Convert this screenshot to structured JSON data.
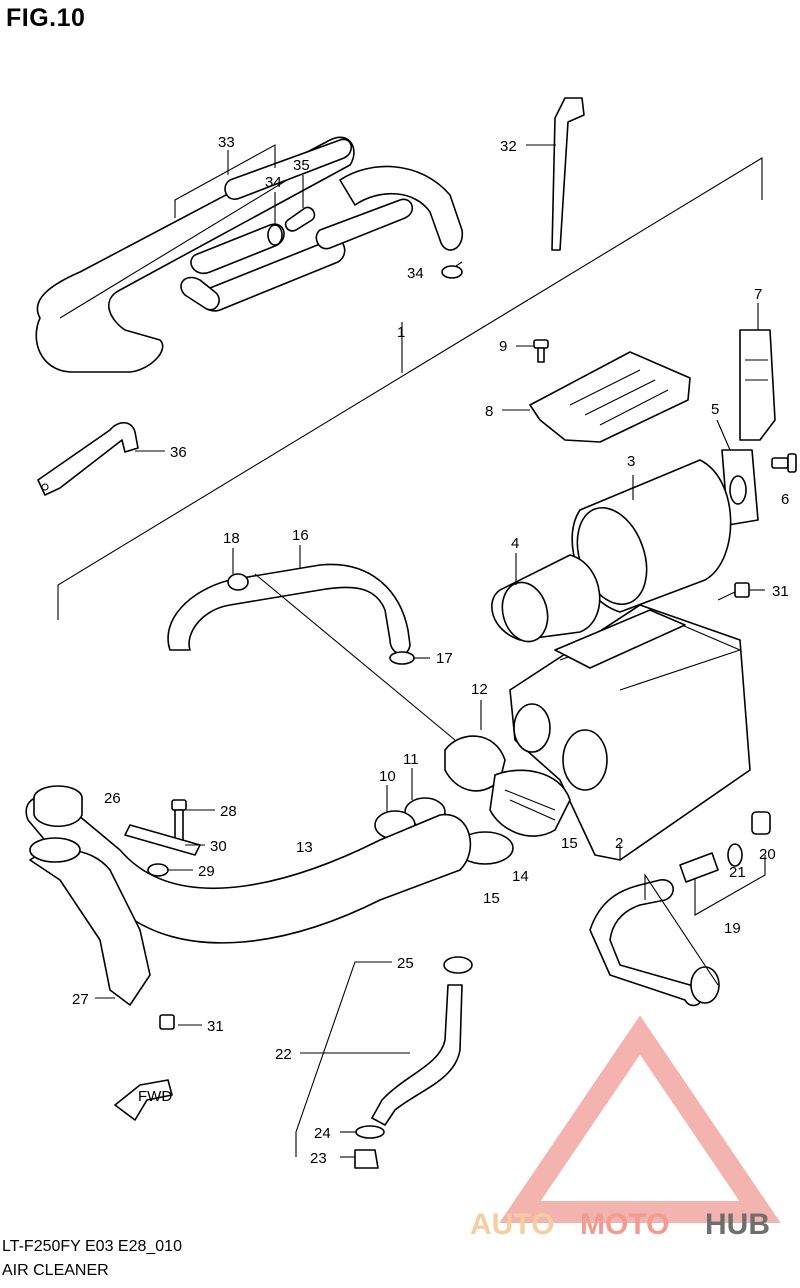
{
  "figure": {
    "title": "FIG.10",
    "code": "LT-F250FY E03 E28_010",
    "caption": "AIR CLEANER"
  },
  "watermark": {
    "word_a": "AUTO",
    "word_b": "MOTO",
    "word_c": "HUB",
    "color_light": "#f6c58f",
    "color_mid": "#f08a7d",
    "color_dark": "#555555",
    "logo_color": "#f2a6a0"
  },
  "fwd_mark": "FWD",
  "callouts": [
    "1",
    "2",
    "3",
    "4",
    "5",
    "6",
    "7",
    "8",
    "9",
    "10",
    "11",
    "12",
    "13",
    "14",
    "15",
    "15",
    "16",
    "17",
    "18",
    "19",
    "20",
    "21",
    "22",
    "23",
    "24",
    "25",
    "26",
    "27",
    "28",
    "29",
    "30",
    "31",
    "31",
    "32",
    "33",
    "34",
    "34",
    "35",
    "36"
  ]
}
